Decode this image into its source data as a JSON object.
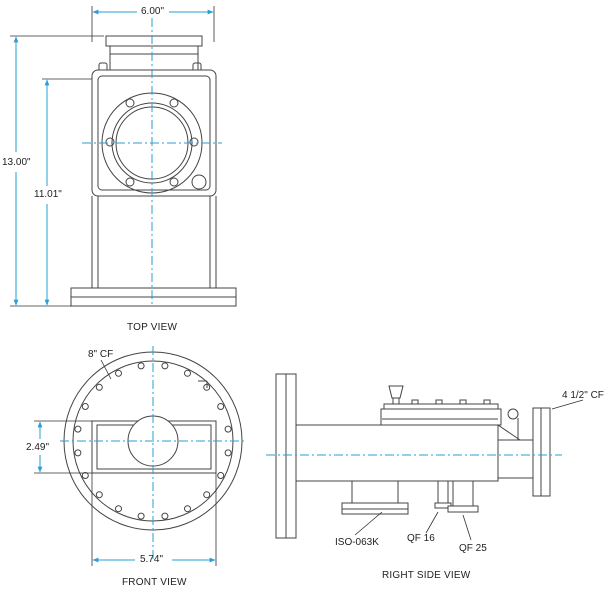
{
  "top_view": {
    "title": "TOP VIEW",
    "dim_width": "6.00\"",
    "dim_overall_height": "13.00\"",
    "dim_inner_height": "11.01\""
  },
  "front_view": {
    "title": "FRONT VIEW",
    "flange_label": "8\" CF",
    "dim_height": "2.49\"",
    "dim_width": "5.74\""
  },
  "side_view": {
    "title": "RIGHT SIDE VIEW",
    "flange_label": "4 1/2\" CF",
    "port_iso": "ISO-063K",
    "port_qf16": "QF 16",
    "port_qf25": "QF 25"
  },
  "colors": {
    "centerline": "#2a9fd6",
    "outline": "#444444"
  }
}
